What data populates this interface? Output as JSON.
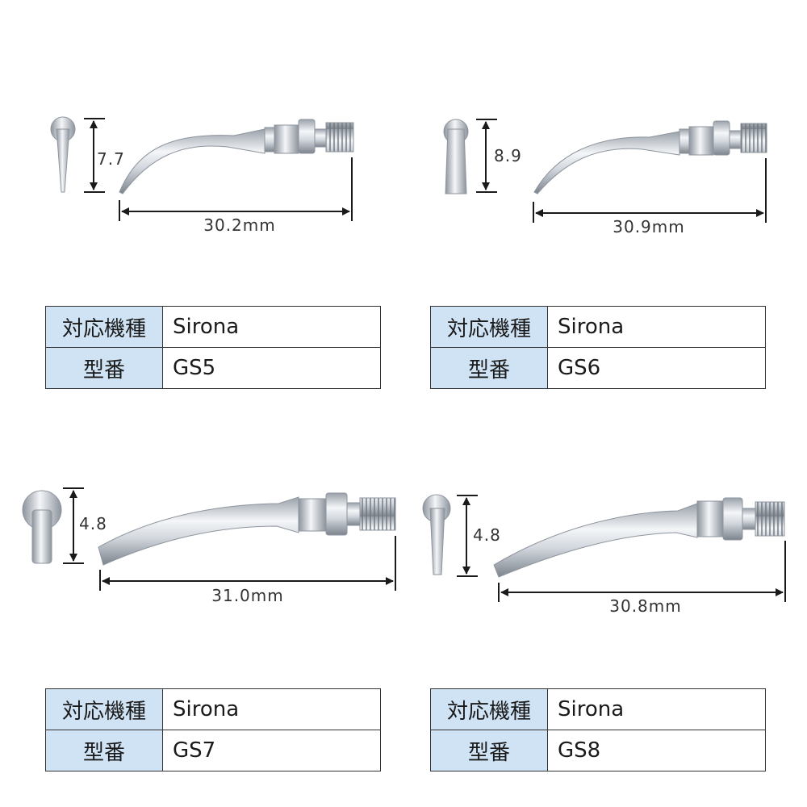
{
  "colors": {
    "header_bg": "#cfe3f4",
    "line": "#1a1a1a",
    "metal_light": "#eef0f3",
    "metal_dark": "#8e959e"
  },
  "products": [
    {
      "id": "gs5",
      "tip_height": "7.7",
      "length": "30.2mm",
      "label_model": "対応機種",
      "model": "Sirona",
      "label_type": "型番",
      "type": "GS5"
    },
    {
      "id": "gs6",
      "tip_height": "8.9",
      "length": "30.9mm",
      "label_model": "対応機種",
      "model": "Sirona",
      "label_type": "型番",
      "type": "GS6"
    },
    {
      "id": "gs7",
      "tip_height": "4.8",
      "length": "31.0mm",
      "label_model": "対応機種",
      "model": "Sirona",
      "label_type": "型番",
      "type": "GS7"
    },
    {
      "id": "gs8",
      "tip_height": "4.8",
      "length": "30.8mm",
      "label_model": "対応機種",
      "model": "Sirona",
      "label_type": "型番",
      "type": "GS8"
    }
  ]
}
